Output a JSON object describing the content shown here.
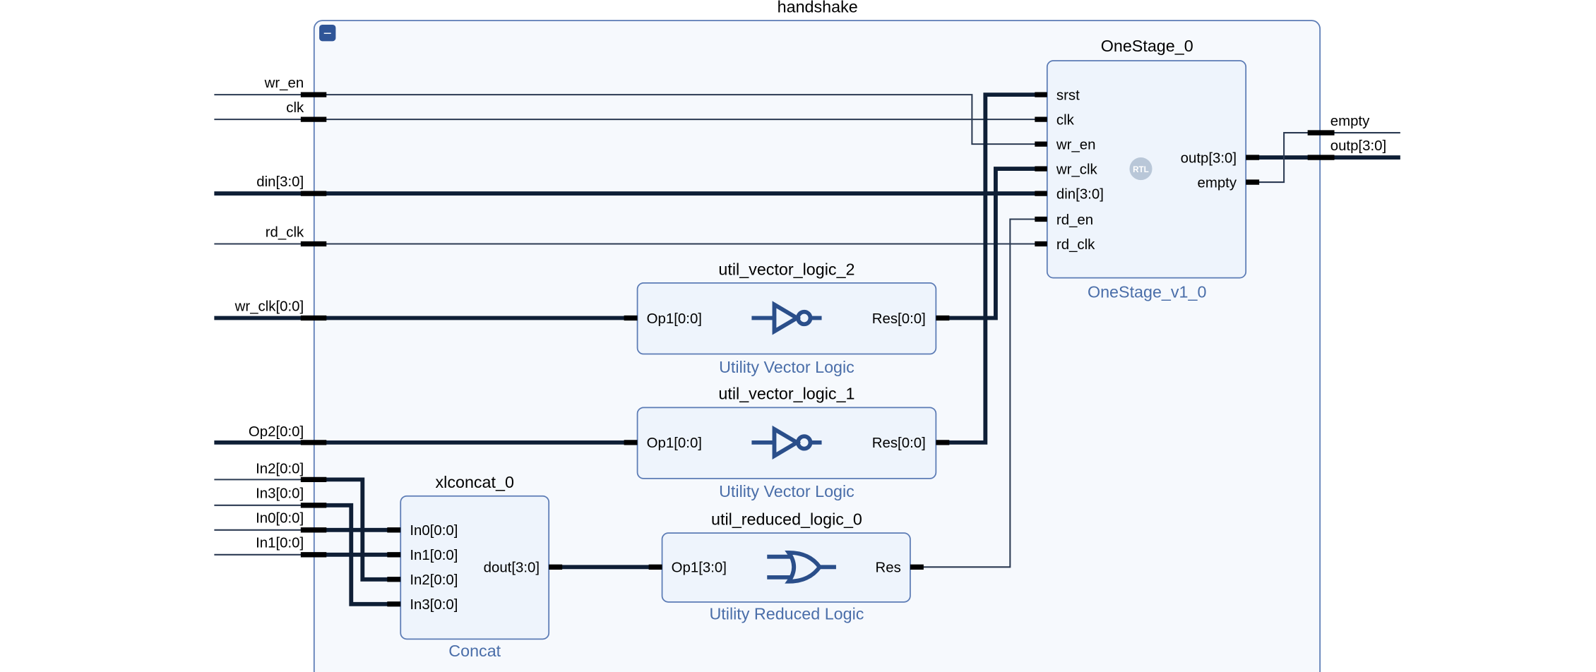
{
  "design": {
    "title": "handshake",
    "collapse_glyph": "−"
  },
  "external_ports": {
    "inputs": [
      "wr_en",
      "clk",
      "din[3:0]",
      "rd_clk",
      "wr_clk[0:0]",
      "Op2[0:0]",
      "In2[0:0]",
      "In3[0:0]",
      "In0[0:0]",
      "In1[0:0]"
    ],
    "outputs": [
      "empty",
      "outp[3:0]"
    ]
  },
  "blocks": {
    "onestage": {
      "instance": "OneStage_0",
      "type_label": "OneStage_v1_0",
      "badge": "RTL",
      "inputs": [
        "srst",
        "clk",
        "wr_en",
        "wr_clk",
        "din[3:0]",
        "rd_en",
        "rd_clk"
      ],
      "outputs": [
        "outp[3:0]",
        "empty"
      ]
    },
    "uvl2": {
      "instance": "util_vector_logic_2",
      "type_label": "Utility Vector Logic",
      "input": "Op1[0:0]",
      "output": "Res[0:0]",
      "symbol": "not-gate-icon"
    },
    "uvl1": {
      "instance": "util_vector_logic_1",
      "type_label": "Utility Vector Logic",
      "input": "Op1[0:0]",
      "output": "Res[0:0]",
      "symbol": "not-gate-icon"
    },
    "concat": {
      "instance": "xlconcat_0",
      "type_label": "Concat",
      "inputs": [
        "In0[0:0]",
        "In1[0:0]",
        "In2[0:0]",
        "In3[0:0]"
      ],
      "output": "dout[3:0]"
    },
    "url0": {
      "instance": "util_reduced_logic_0",
      "type_label": "Utility Reduced Logic",
      "input": "Op1[3:0]",
      "output": "Res",
      "symbol": "or-gate-icon"
    }
  },
  "colors": {
    "frame_fill": "#f6f9fd",
    "frame_border": "#5b7bb5",
    "block_fill": "#eef4fc",
    "label_blue": "#4a6ea9",
    "gate_blue": "#2a4e8a",
    "wire": "#0f1f36"
  }
}
